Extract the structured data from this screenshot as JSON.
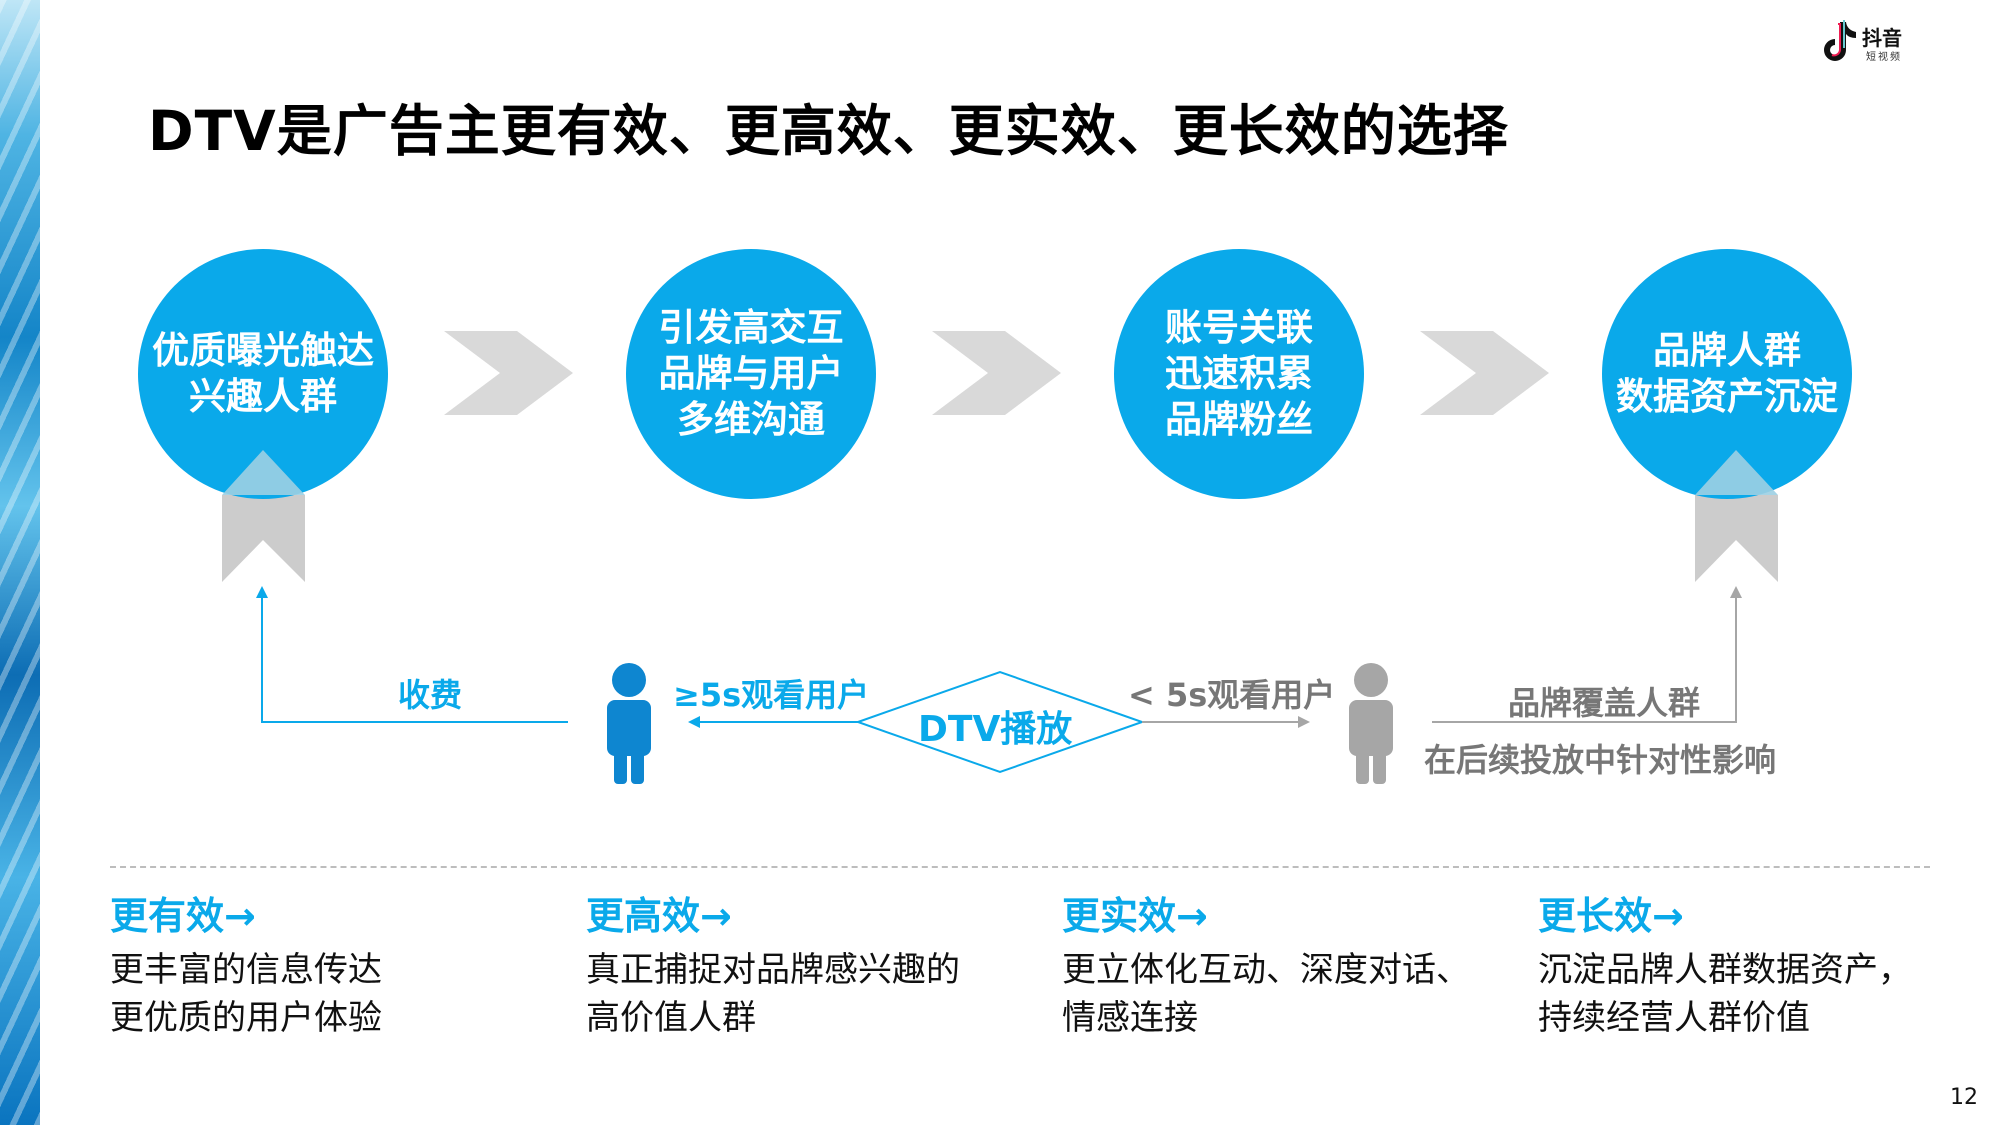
{
  "title": "DTV是广告主更有效、更高效、更实效、更长效的选择",
  "logo": {
    "name": "抖音",
    "subtitle": "短视频"
  },
  "steps": [
    {
      "lines": [
        "优质曝光触达",
        "兴趣人群"
      ]
    },
    {
      "lines": [
        "引发高交互",
        "品牌与用户",
        "多维沟通"
      ]
    },
    {
      "lines": [
        "账号关联",
        "迅速积累",
        "品牌粉丝"
      ]
    },
    {
      "lines": [
        "品牌人群",
        "数据资产沉淀"
      ]
    }
  ],
  "flow": {
    "charge_label": "收费",
    "watch_ge5": "≥5s观看用户",
    "center": "DTV播放",
    "watch_lt5": "< 5s观看用户",
    "brand_cover": "品牌覆盖人群",
    "brand_cover_note": "在后续投放中针对性影响"
  },
  "columns": [
    {
      "head": "更有效→",
      "lines": [
        "更丰富的信息传达",
        "更优质的用户体验"
      ]
    },
    {
      "head": "更高效→",
      "lines": [
        "真正捕捉对品牌感兴趣的",
        "高价值人群"
      ]
    },
    {
      "head": "更实效→",
      "lines": [
        "更立体化互动、深度对话、",
        "情感连接"
      ]
    },
    {
      "head": "更长效→",
      "lines": [
        "沉淀品牌人群数据资产，",
        "持续经营人群价值"
      ]
    }
  ],
  "page_number": "12",
  "colors": {
    "accent": "#0aa9ea",
    "gray": "#a6a6a6",
    "chevron": "#d9d9d9"
  }
}
